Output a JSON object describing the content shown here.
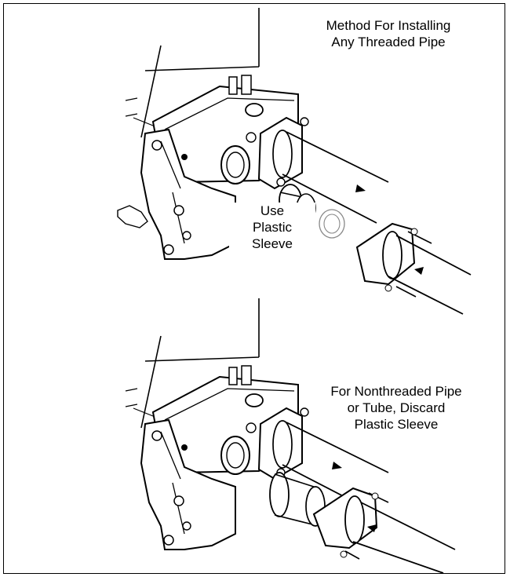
{
  "labels": {
    "top_method": "Method For Installing\nAny Threaded Pipe",
    "use_sleeve": "Use\nPlastic\nSleeve",
    "nonthreaded": "For Nonthreaded Pipe\nor Tube, Discard\nPlastic Sleeve"
  },
  "icons": [
    "hand-pointer-icon",
    "flow-arrow-icon"
  ],
  "colors": {
    "line": "#000000",
    "background": "#ffffff"
  }
}
